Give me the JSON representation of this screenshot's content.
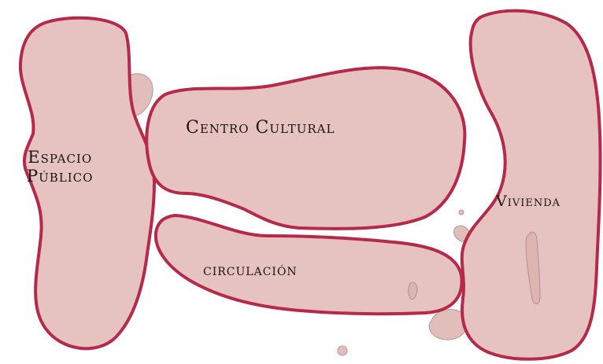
{
  "colors": {
    "fill": "#e6c3c0",
    "stroke": "#b5294b",
    "stain_fill": "#dcb3ae",
    "stain_stroke": "#a8848a",
    "text": "#1a1414"
  },
  "zones": {
    "espacio_publico": {
      "line1": "Espacio",
      "line2": "Público"
    },
    "centro_cultural": {
      "label": "Centro Cultural"
    },
    "circulacion": {
      "label": "circulación"
    },
    "vivienda": {
      "label": "Vivienda"
    }
  }
}
